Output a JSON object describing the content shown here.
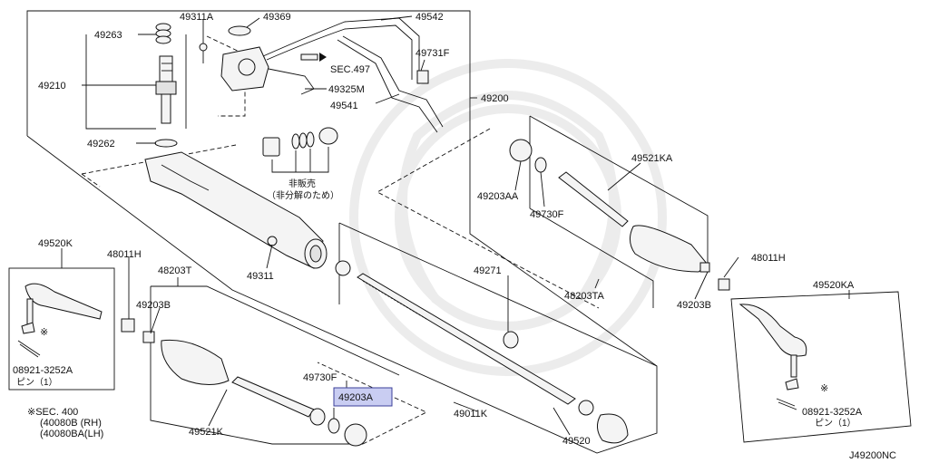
{
  "diagram_id": "J49200NC",
  "parts": {
    "p49311A": "49311A",
    "p49369": "49369",
    "p49542": "49542",
    "p49263": "49263",
    "p49731F": "49731F",
    "sec497": "SEC.497",
    "p49210": "49210",
    "p49325M": "49325M",
    "p49541": "49541",
    "p49200": "49200",
    "p49262": "49262",
    "p49521KA": "49521KA",
    "p49203AA": "49203AA",
    "p49730F_r": "49730F",
    "p49311": "49311",
    "p49520K": "49520K",
    "p48011H_l": "48011H",
    "p48203T": "48203T",
    "p49271": "49271",
    "p48011H_r": "48011H",
    "p48203TA": "48203TA",
    "p49203B_l": "49203B",
    "p49203B_r": "49203B",
    "p49520KA": "49520KA",
    "p08921_l": "08921-3252A",
    "p08921_r": "08921-3252A",
    "p49730F_b": "49730F",
    "p49203A": "49203A",
    "p49011K": "49011K",
    "p49521K": "49521K",
    "p49520": "49520"
  },
  "notes": {
    "not_sold_1": "非販売",
    "not_sold_2": "（非分解のため）",
    "pin_l": "ピン（1）",
    "pin_r": "ピン（1）",
    "mark_l": "※",
    "mark_r": "※",
    "sec400": "※SEC. 400",
    "sec400_rh": "(40080B (RH)",
    "sec400_lh": "(40080BA(LH)"
  },
  "colors": {
    "highlight": "#c9cdf2",
    "highlight_border": "#3b3f9a",
    "line": "#111111"
  }
}
